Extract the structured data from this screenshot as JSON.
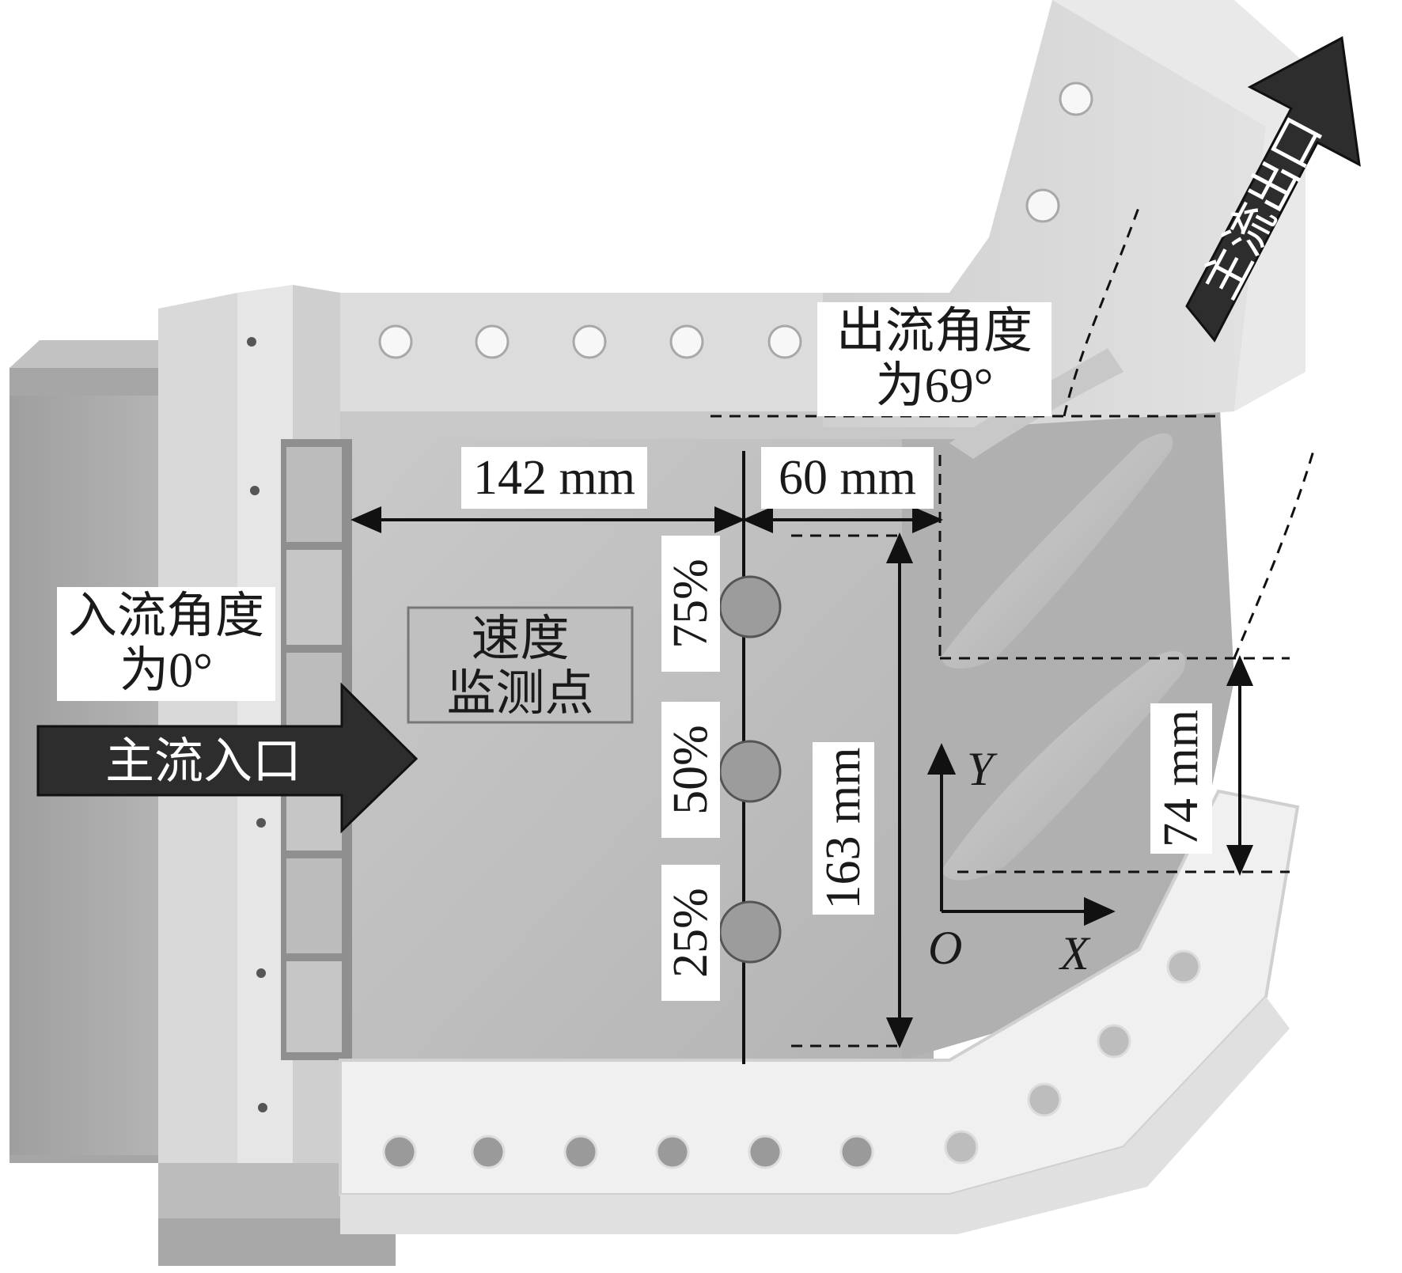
{
  "labels": {
    "inlet_angle_line1": "入流角度",
    "inlet_angle_line2": "为0°",
    "outlet_angle_line1": "出流角度",
    "outlet_angle_line2": "为69°",
    "main_inlet": "主流入口",
    "main_outlet": "主流出口",
    "monitor_line1": "速度",
    "monitor_line2": "监测点"
  },
  "dimensions": {
    "d142": "142 mm",
    "d60": "60 mm",
    "d163": "163 mm",
    "d74": "74 mm"
  },
  "monitor_points": {
    "p75": "75%",
    "p50": "50%",
    "p25": "25%"
  },
  "axes": {
    "x": "X",
    "y": "Y",
    "origin": "O"
  }
}
